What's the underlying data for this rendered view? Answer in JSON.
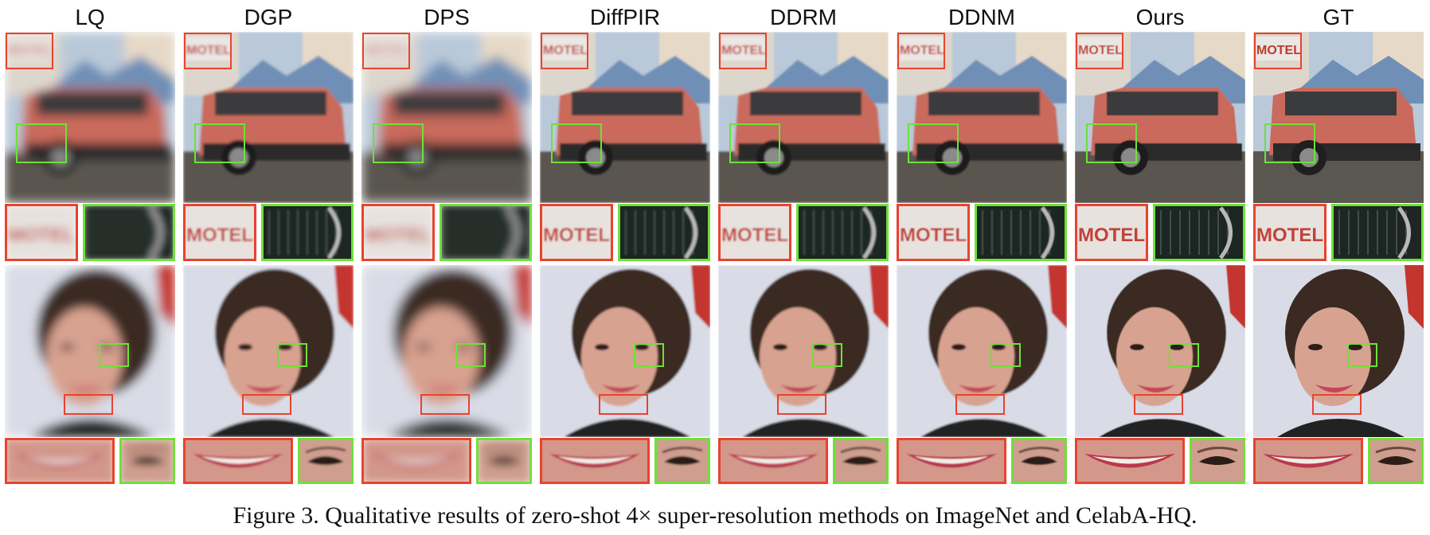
{
  "figure": {
    "columns": [
      "LQ",
      "DGP",
      "DPS",
      "DiffPIR",
      "DDRM",
      "DDNM",
      "Ours",
      "GT"
    ],
    "caption": "Figure 3. Qualitative results of zero-shot 4× super-resolution methods on ImageNet and CelabA-HQ.",
    "crop_text": "MOTEL",
    "colors": {
      "red_box": "#e8432f",
      "green_box": "#6fe03a",
      "car_body": "#c96a5c",
      "sky": "#b9c9d9",
      "face_bg": "#d9dbe6",
      "hair": "#3a2a22",
      "skin": "#d8a290"
    }
  }
}
